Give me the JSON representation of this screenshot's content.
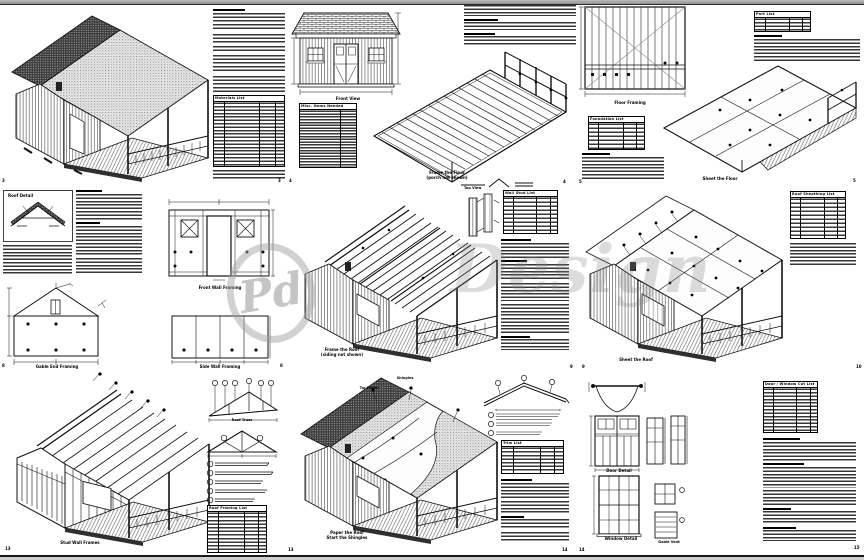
{
  "watermark": {
    "logo": "Pd",
    "text": "Design"
  },
  "pages": {
    "r1": [
      "3",
      "3",
      "4",
      "4",
      "5",
      "5"
    ],
    "r2": [
      "8",
      "8",
      "9",
      "9",
      "10"
    ],
    "r3": [
      "13",
      "13",
      "14",
      "14",
      "15"
    ]
  },
  "sheet1": {
    "materials_title": "Materials List"
  },
  "sheet2": {
    "elevation_caption": "Front View",
    "misc_title": "Misc. Items Needed",
    "floor_caption_1": "Frame the Floor",
    "floor_caption_2": "(porch not shown)"
  },
  "sheet3": {
    "plan_caption": "Floor Framing",
    "parts_title": "Part List",
    "foundation_title": "Foundation List",
    "iso_caption": "Sheet the Floor"
  },
  "sheet4": {
    "roof_detail_label": "Roof Detail",
    "gable_caption": "Gable End Framing",
    "front_wall_caption": "Front Wall Framing",
    "side_wall_caption": "Side Wall Framing"
  },
  "sheet5": {
    "iso_caption_1": "Frame the Roof",
    "iso_caption_2": "(siding not shown)",
    "corner_label": "Top View",
    "studs_title": "Wall Stud List"
  },
  "sheet6": {
    "iso_caption": "Sheet the Roof",
    "sheathing_title": "Roof Sheathing List"
  },
  "sheet7": {
    "iso_caption": "Stud Wall Frames",
    "truss_caption": "Roof Truss",
    "framing_title": "Roof Framing List"
  },
  "sheet8": {
    "shingles_label": "Shingles",
    "tarpaper_label": "Tar Paper",
    "iso_caption_1": "Paper the Roof",
    "iso_caption_2": "Start the Shingles",
    "trim_title": "Trim List"
  },
  "sheet9": {
    "door_caption": "Door Detail",
    "window_caption": "Window Detail",
    "vent_caption": "Gable Vent",
    "cutlist_title": "Door / Window Cut List"
  }
}
